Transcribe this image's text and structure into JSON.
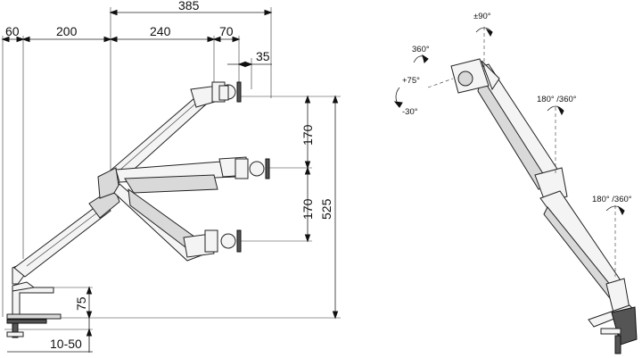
{
  "dimensions": {
    "overall_reach": "385",
    "base_offset": "60",
    "lower_arm": "200",
    "upper_arm": "240",
    "head_depth": "70",
    "vesa_offset": "35",
    "height_step_upper": "170",
    "height_step_lower": "170",
    "total_height": "525",
    "clamp_height": "75",
    "desk_thickness": "10-50"
  },
  "rotations": {
    "tilt_pivot": "±90°",
    "swivel": "360°",
    "tilt_up": "+75°",
    "tilt_down": "-30°",
    "upper_joint": "180° /360°",
    "lower_joint": "180° /360°"
  }
}
